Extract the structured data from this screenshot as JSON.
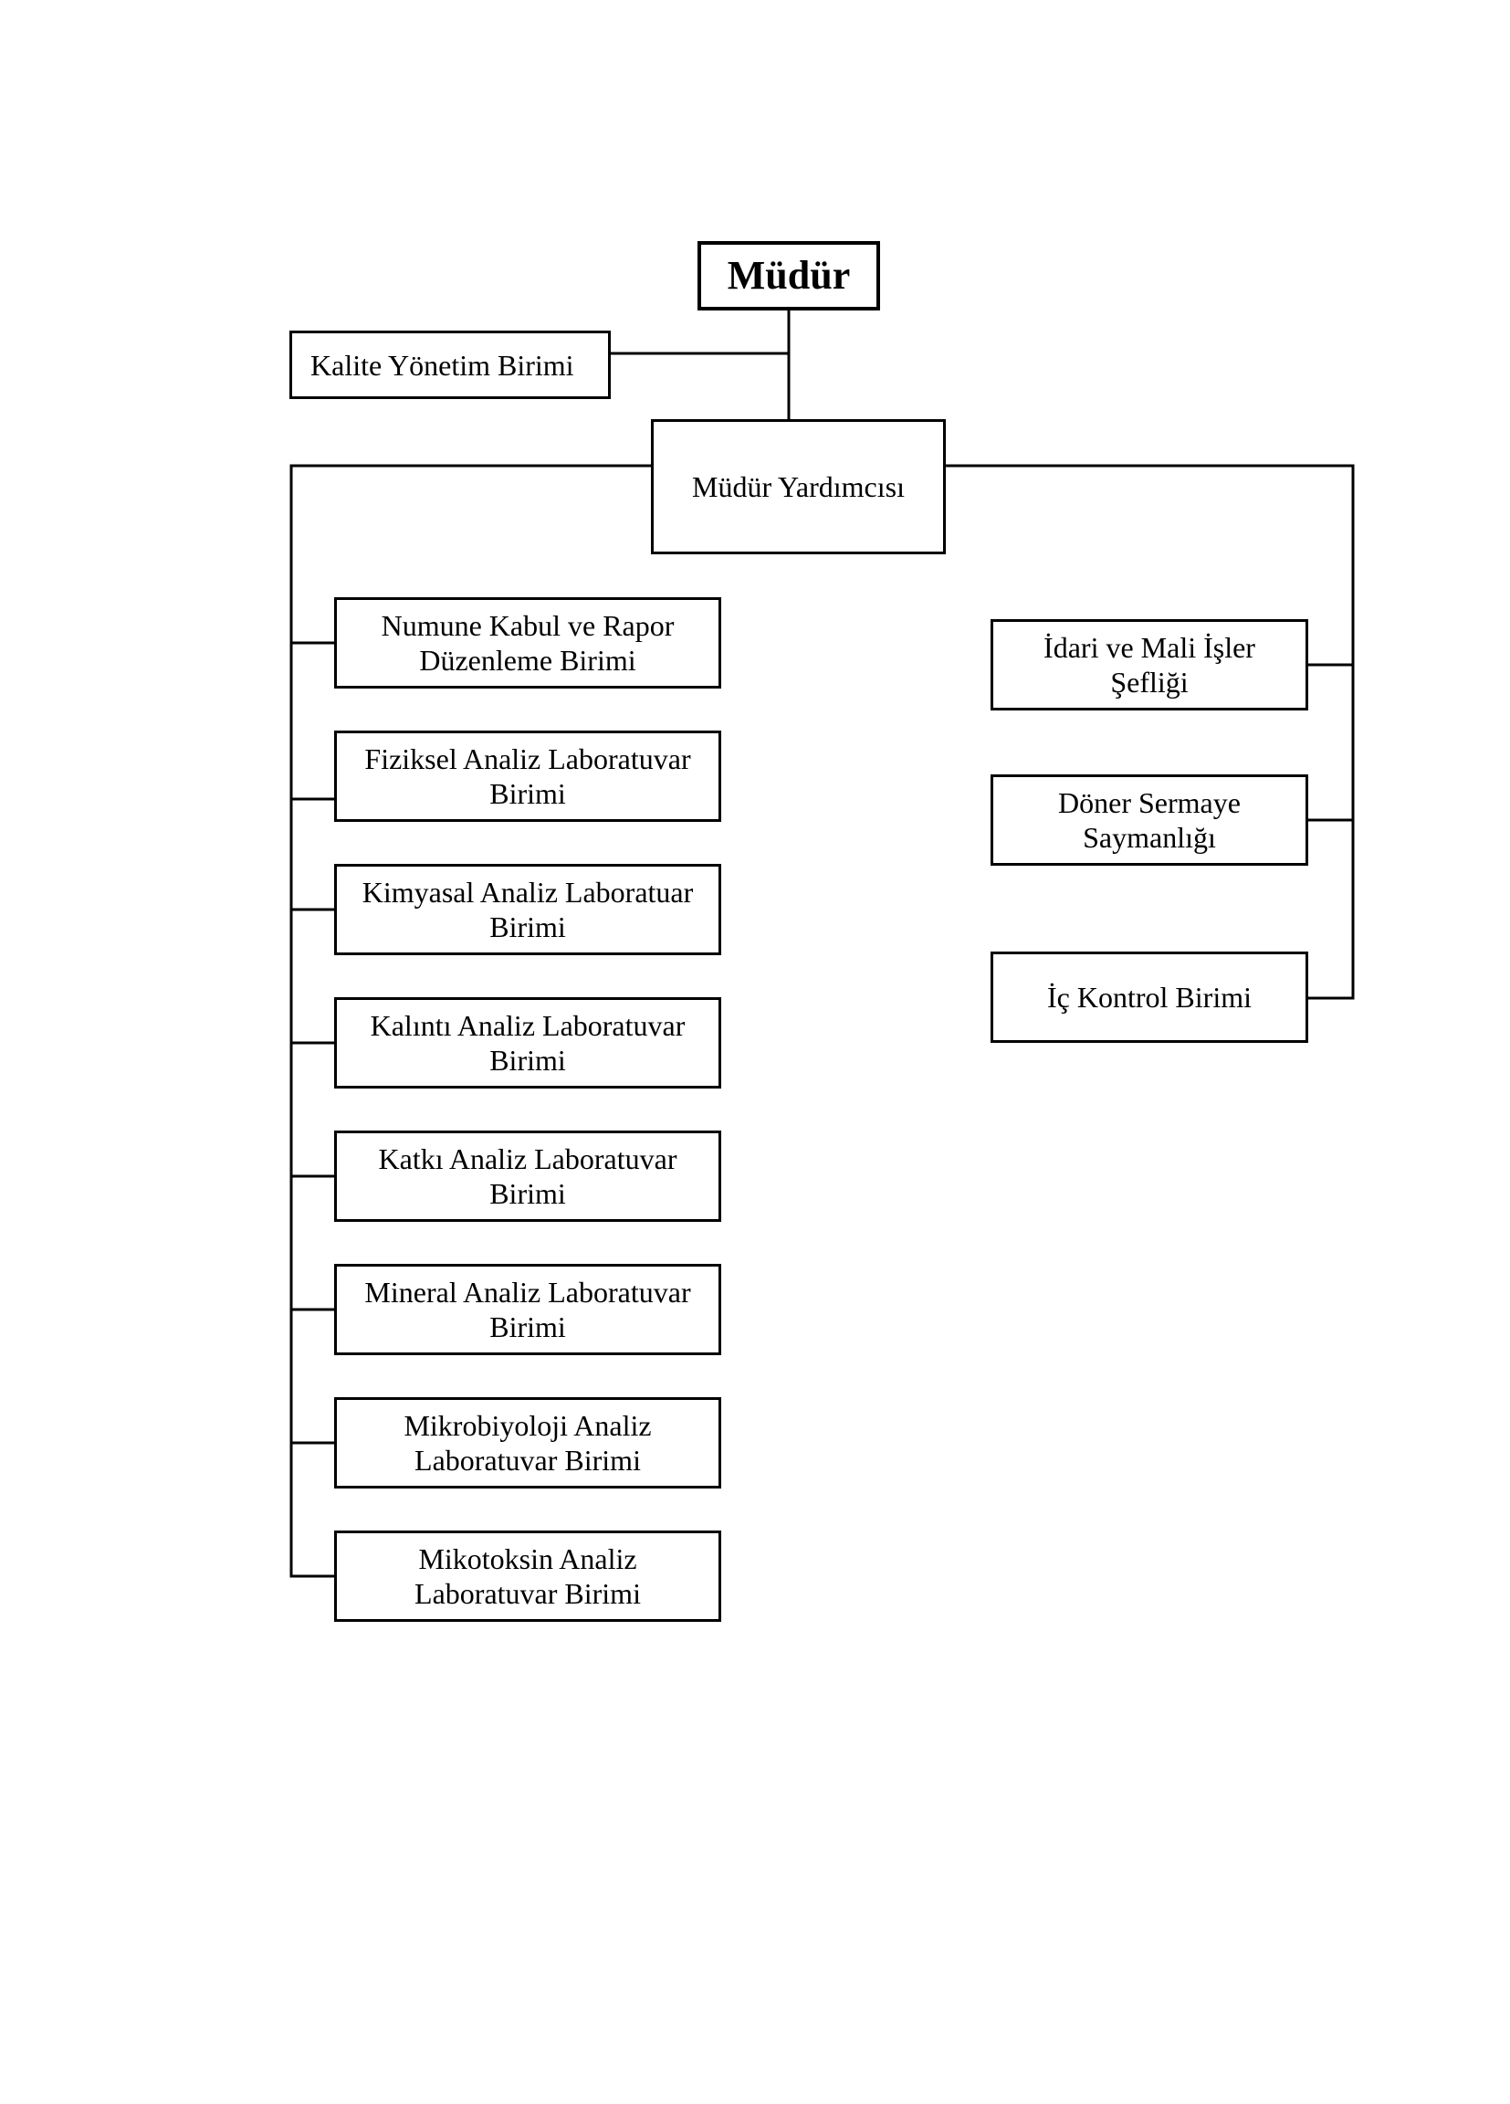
{
  "chart": {
    "title": "Müdür",
    "units": {
      "kalite": "Kalite Yönetim Birimi",
      "yardimci": "Müdür Yardımcısı",
      "left_branch": [
        "Numune Kabul ve Rapor\nDüzenleme Birimi",
        "Fiziksel Analiz  Laboratuvar\nBirimi",
        "Kimyasal Analiz Laboratuar\nBirimi",
        "Kalıntı Analiz Laboratuvar\nBirimi",
        "Katkı Analiz Laboratuvar\nBirimi",
        "Mineral Analiz Laboratuvar\nBirimi",
        "Mikrobiyoloji Analiz\nLaboratuvar Birimi",
        "Mikotoksin Analiz\nLaboratuvar Birimi"
      ],
      "right_branch": [
        "İdari ve Mali İşler\nŞefliği",
        "Döner Sermaye\nSaymanlığı",
        "İç Kontrol Birimi"
      ]
    }
  }
}
